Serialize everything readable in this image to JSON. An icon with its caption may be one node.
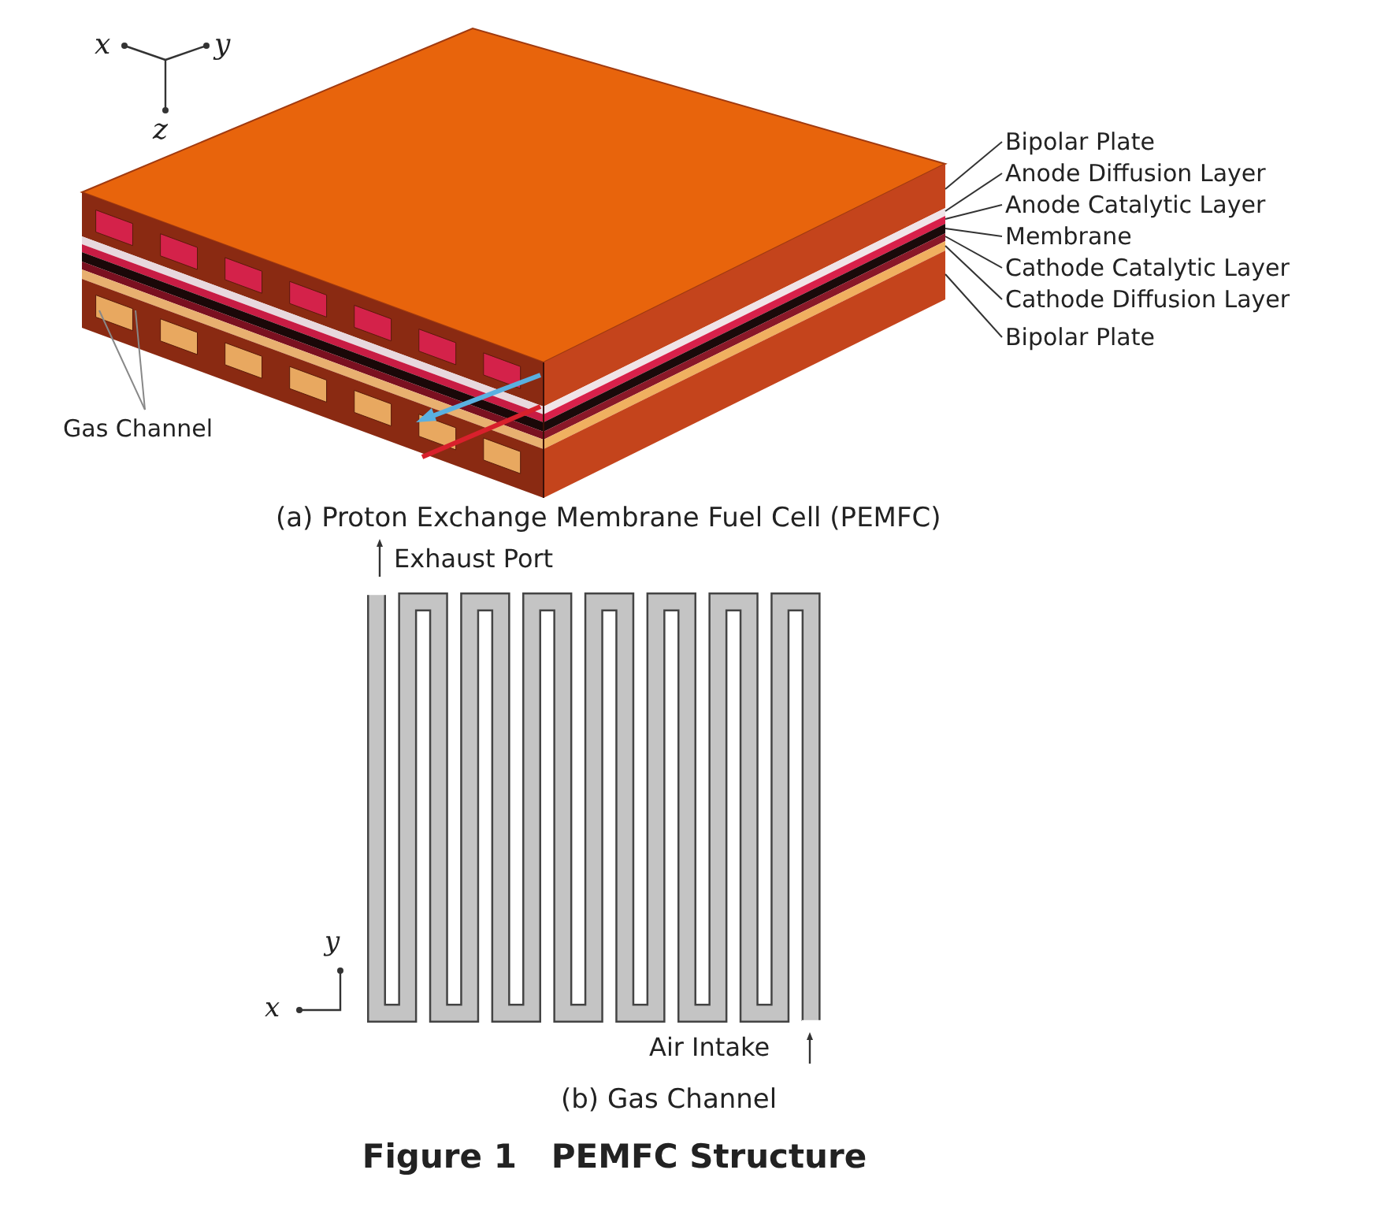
{
  "diagram": {
    "caption": "Figure 1   PEMFC Structure",
    "nodes": [
      {
        "text": [
          "Bipolar Plate"
        ]
      },
      {
        "text": [
          "Anode Diffusion Layer"
        ]
      },
      {
        "text": [
          "Anode Catalytic Layer"
        ]
      },
      {
        "text": [
          "Membrane"
        ]
      },
      {
        "text": [
          "Cathode Catalytic Layer"
        ]
      },
      {
        "text": [
          "Cathode Diffusion Layer"
        ]
      },
      {
        "text": [
          "Bipolar Plate"
        ]
      },
      {
        "text": [
          "Gas Channel"
        ]
      }
    ],
    "edges": [
      {
        "from": 0,
        "to": null,
        "arrow": "none"
      },
      {
        "from": 1,
        "to": null,
        "arrow": "none"
      },
      {
        "from": 2,
        "to": null,
        "arrow": "none"
      },
      {
        "from": 3,
        "to": null,
        "arrow": "none"
      },
      {
        "from": 4,
        "to": null,
        "arrow": "none"
      },
      {
        "from": 5,
        "to": null,
        "arrow": "none"
      },
      {
        "from": 6,
        "to": null,
        "arrow": "none"
      },
      {
        "from": 7,
        "to": null,
        "arrow": "none"
      },
      {
        "from": 7,
        "to": null,
        "arrow": "none"
      }
    ],
    "labels": [
      "x",
      "y",
      "z",
      "(a) Proton Exchange Membrane Fuel Cell  (PEMFC)",
      "Exhaust Port",
      "y",
      "x",
      "Air Intake",
      "(b) Gas Channel"
    ]
  }
}
